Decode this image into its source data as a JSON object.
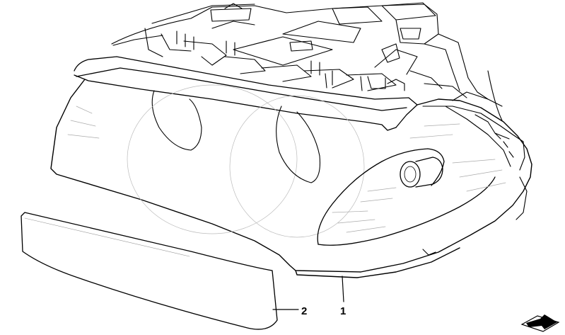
{
  "callouts": [
    {
      "id": "1",
      "label": "1",
      "part": "headlight-assembly"
    },
    {
      "id": "2",
      "label": "2",
      "part": "lens-cover-trim"
    }
  ],
  "corner_icon": {
    "name": "parts-arrow-icon"
  }
}
